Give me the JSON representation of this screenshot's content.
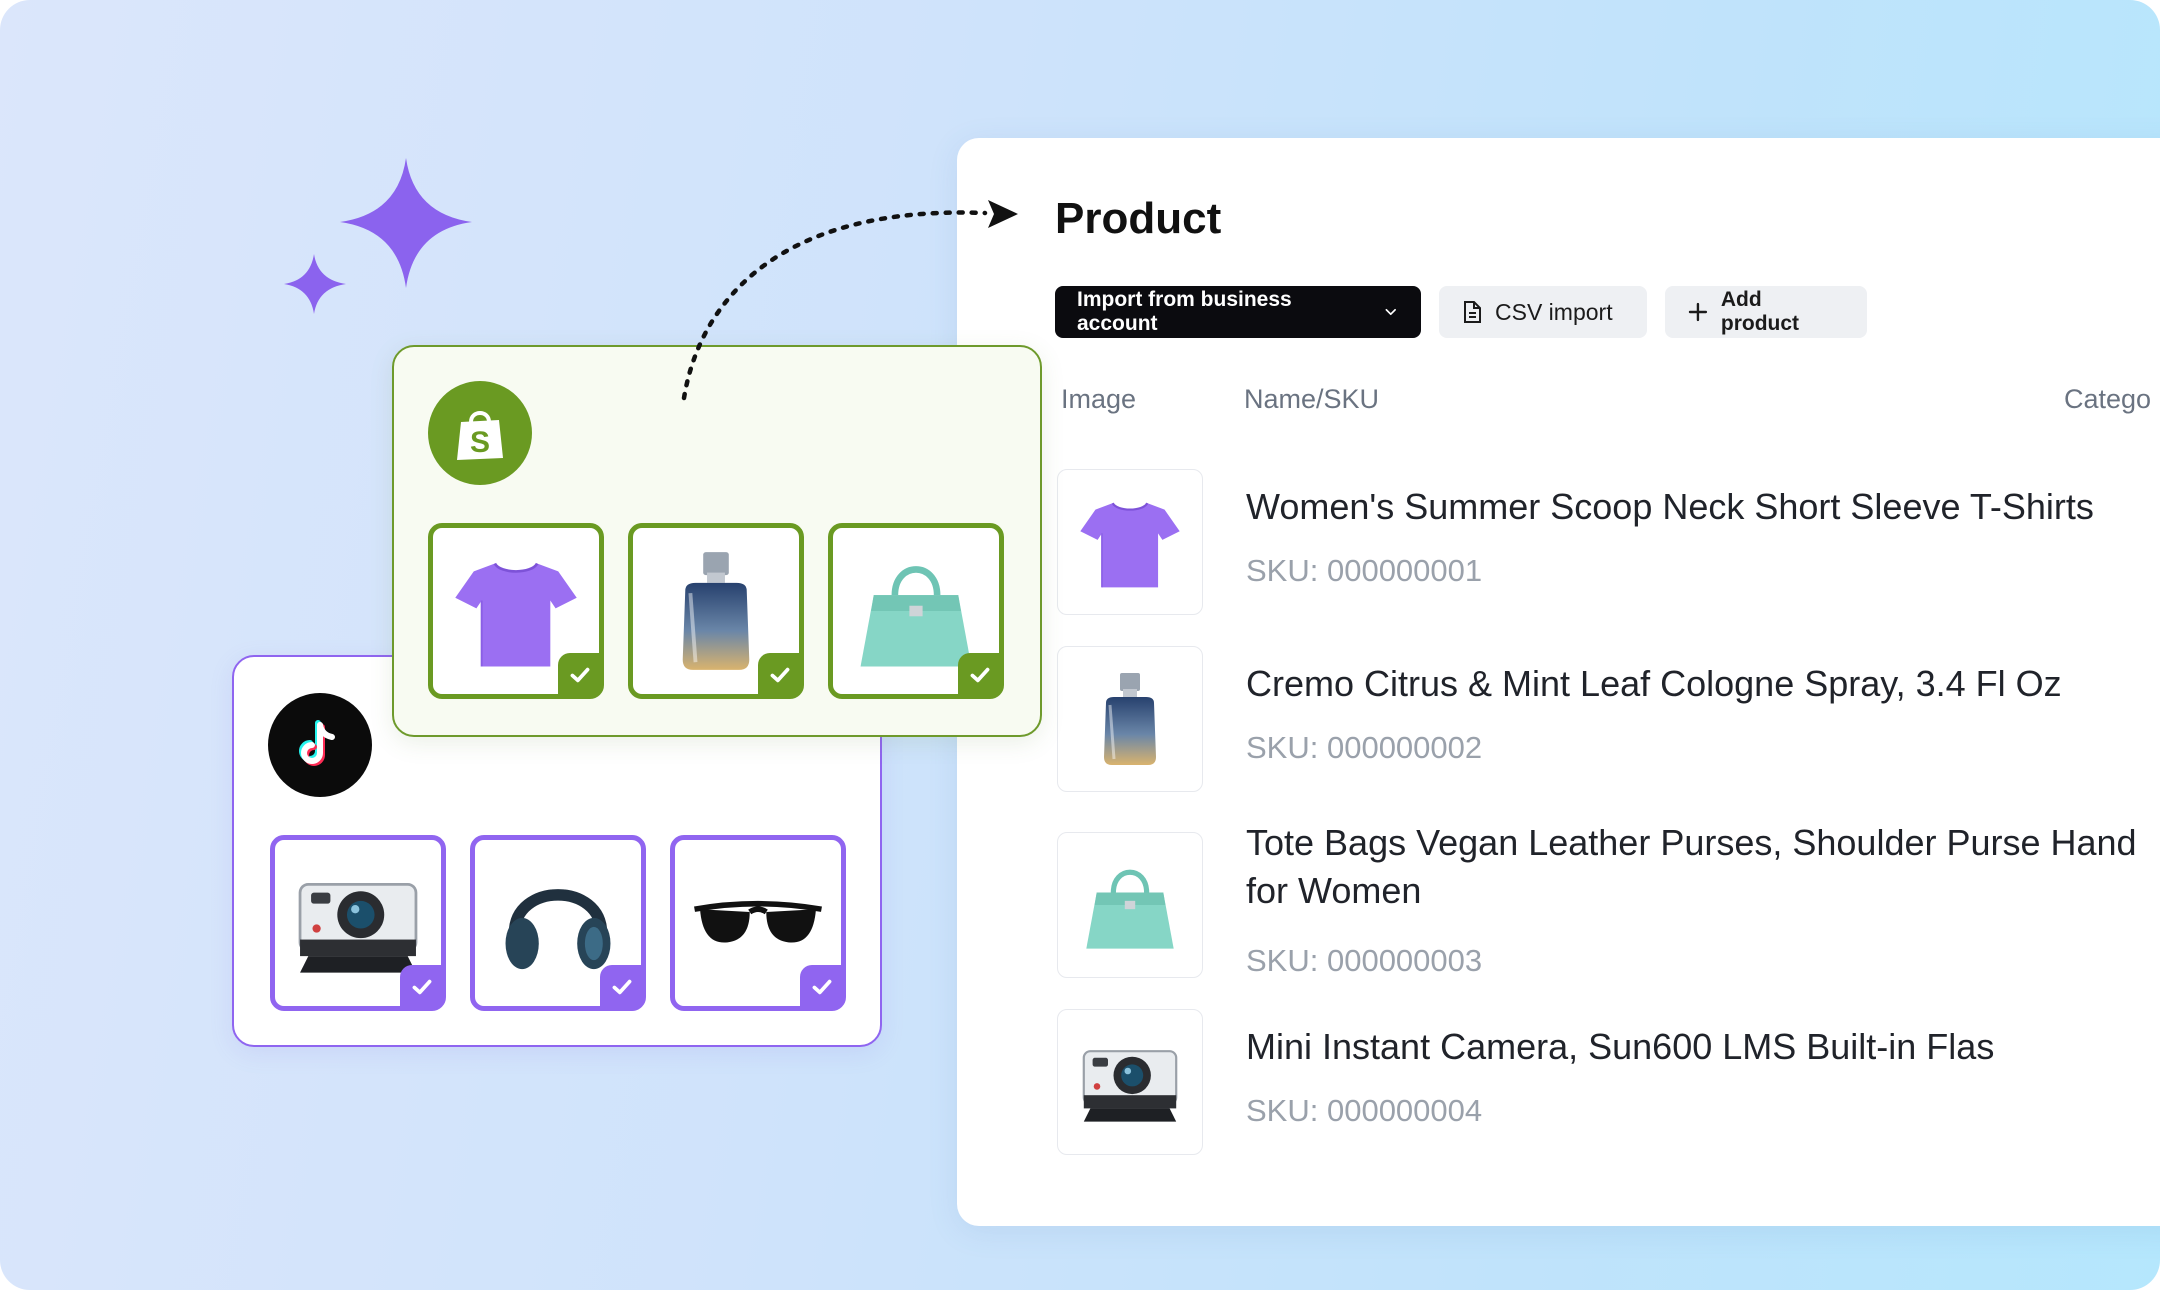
{
  "panel": {
    "title": "Product",
    "buttons": {
      "import": "Import from business account",
      "csv": "CSV import",
      "add": "Add product"
    },
    "columns": {
      "image": "Image",
      "name": "Name/SKU",
      "category": "Catego"
    },
    "rows": [
      {
        "name": "Women's Summer Scoop Neck Short Sleeve T-Shirts",
        "sku": "SKU: 000000001",
        "image": "tshirt"
      },
      {
        "name": "Cremo Citrus & Mint Leaf Cologne Spray, 3.4 Fl Oz",
        "sku": "SKU: 000000002",
        "image": "perfume"
      },
      {
        "name_line1": "Tote Bags Vegan Leather Purses, Shoulder Purse Hand",
        "name_line2": "for Women",
        "sku": "SKU: 000000003",
        "image": "handbag"
      },
      {
        "name": "Mini Instant Camera, Sun600 LMS Built-in Flas",
        "sku": "SKU: 000000004",
        "image": "camera"
      }
    ]
  },
  "shopify_card": {
    "logo": "shopify-bag-icon",
    "items": [
      "tshirt",
      "perfume",
      "handbag"
    ]
  },
  "tiktok_card": {
    "logo": "tiktok-note-icon",
    "items": [
      "camera",
      "headphones",
      "sunglasses"
    ]
  },
  "colors": {
    "shopify_green": "#6a9a22",
    "tiktok_purple": "#9065f0",
    "sparkle": "#8b63ee"
  }
}
